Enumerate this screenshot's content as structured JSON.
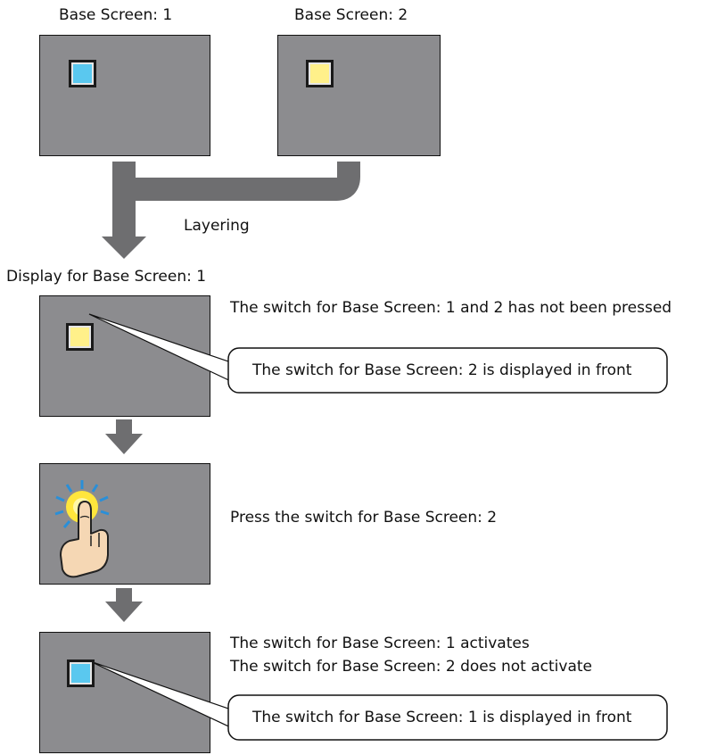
{
  "colors": {
    "screen_fill": "#8c8c8f",
    "arrow_fill": "#6e6e70",
    "switch_blue": "#5ac8ef",
    "switch_yellow": "#fff08a",
    "hand_skin": "#f5d7b4",
    "press_burst": "#ffe63c"
  },
  "top": {
    "screen1_label": "Base Screen: 1",
    "screen2_label": "Base Screen: 2",
    "screen1_switch_color": "blue",
    "screen2_switch_color": "yellow",
    "layering_label": "Layering"
  },
  "display": {
    "title": "Display for Base Screen: 1",
    "step1": {
      "description": "The switch for Base Screen: 1 and 2 has not been pressed",
      "callout": "The switch for Base Screen: 2 is displayed in front",
      "switch_color": "yellow"
    },
    "step2": {
      "description": "Press the switch for Base Screen: 2",
      "icon": "pressing-hand-icon"
    },
    "step3": {
      "description_line1": "The switch for Base Screen: 1 activates",
      "description_line2": "The switch for Base Screen: 2 does not activate",
      "callout": "The switch for Base Screen: 1 is displayed in front",
      "switch_color": "blue"
    }
  }
}
